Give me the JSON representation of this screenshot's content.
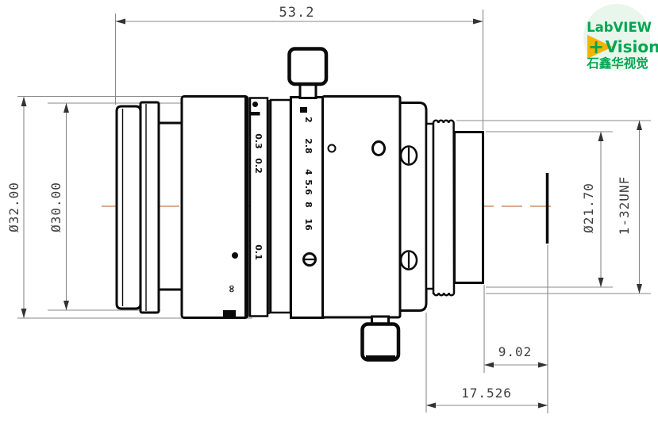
{
  "drawing": {
    "dimensions": {
      "overall_length": "53.2",
      "body_outer_diameter": "Ø32.00",
      "front_ring_diameter": "Ø30.00",
      "thread_inner_diameter": "Ø21.70",
      "mount_thread_spec": "1-32UNF",
      "rear_protrusion": "9.02",
      "flange_focal_distance": "17.526"
    },
    "aperture_scale": {
      "marks": [
        "2",
        "2.8",
        "4",
        "5.6",
        "8",
        "16"
      ]
    },
    "focus_scale": {
      "marks": [
        "0.3",
        "0.2",
        "0.1"
      ],
      "infinity_mark": "∞"
    },
    "colors": {
      "centerline": "#CF9166",
      "outline": "#0a0a0a",
      "dimension_lines": "#8a8a8a",
      "dimension_text": "#3f3f3f"
    }
  },
  "logo": {
    "brand": "LabVIEW",
    "product": "Vision",
    "plus_sign": "+",
    "chinese_name": "石鑫华视觉",
    "green": "#00A651",
    "amber": "#F5B301",
    "background": "#E8F6EC"
  }
}
